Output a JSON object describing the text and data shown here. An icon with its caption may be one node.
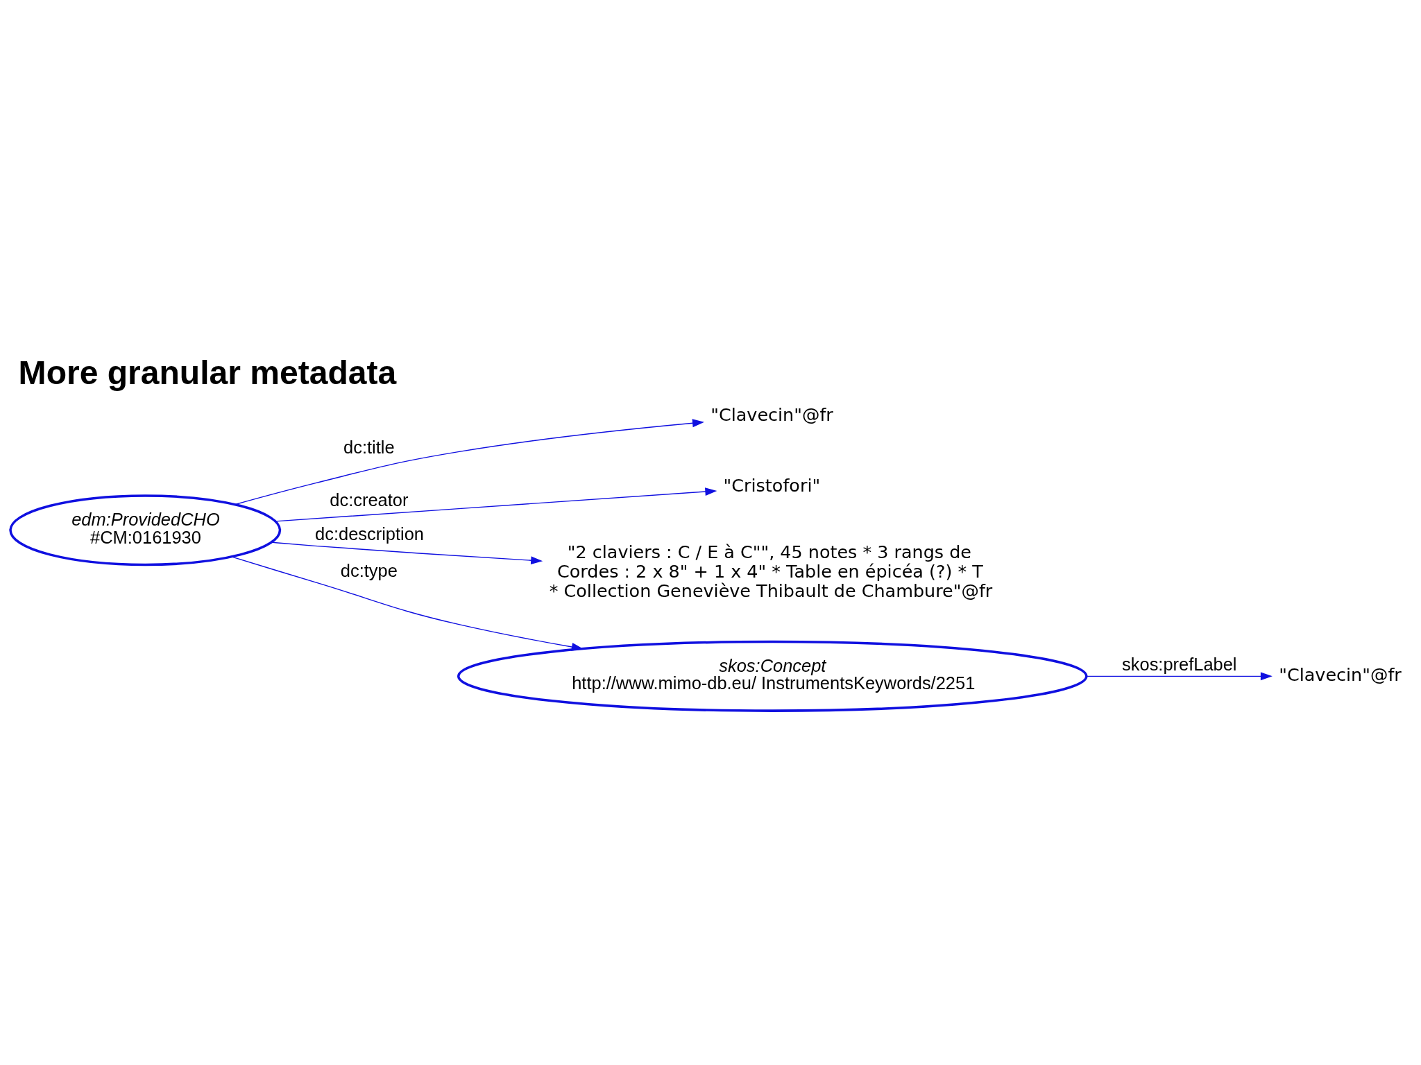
{
  "diagram": {
    "title": "More granular metadata",
    "nodes": [
      {
        "text": [
          "edm:ProvidedCHO",
          "#CM:0161930"
        ]
      },
      {
        "text": [
          "\"Clavecin\"@fr"
        ]
      },
      {
        "text": [
          "\"Cristofori\""
        ]
      },
      {
        "text": [
          "\"2 claviers : C / E à C\"\", 45 notes * 3 rangs de Cordes : 2 x 8\" + 1 x 4\" * Table en épicéa (?) * T * Collection Geneviève Thibault de Chambure\"@fr"
        ]
      },
      {
        "text": [
          "skos:Concept",
          "http://www.mimo-db.eu/ InstrumentsKeywords/2251"
        ]
      },
      {
        "text": [
          "\"Clavecin\"@fr"
        ]
      }
    ],
    "edges": [
      {
        "from": 0,
        "to": 1,
        "arrow": "to",
        "label": "dc:title"
      },
      {
        "from": 0,
        "to": 2,
        "arrow": "to",
        "label": "dc:creator"
      },
      {
        "from": 0,
        "to": 3,
        "arrow": "to",
        "label": "dc:description"
      },
      {
        "from": 0,
        "to": 4,
        "arrow": "to",
        "label": "dc:type"
      },
      {
        "from": 4,
        "to": 5,
        "arrow": "to",
        "label": "skos:prefLabel"
      }
    ]
  }
}
